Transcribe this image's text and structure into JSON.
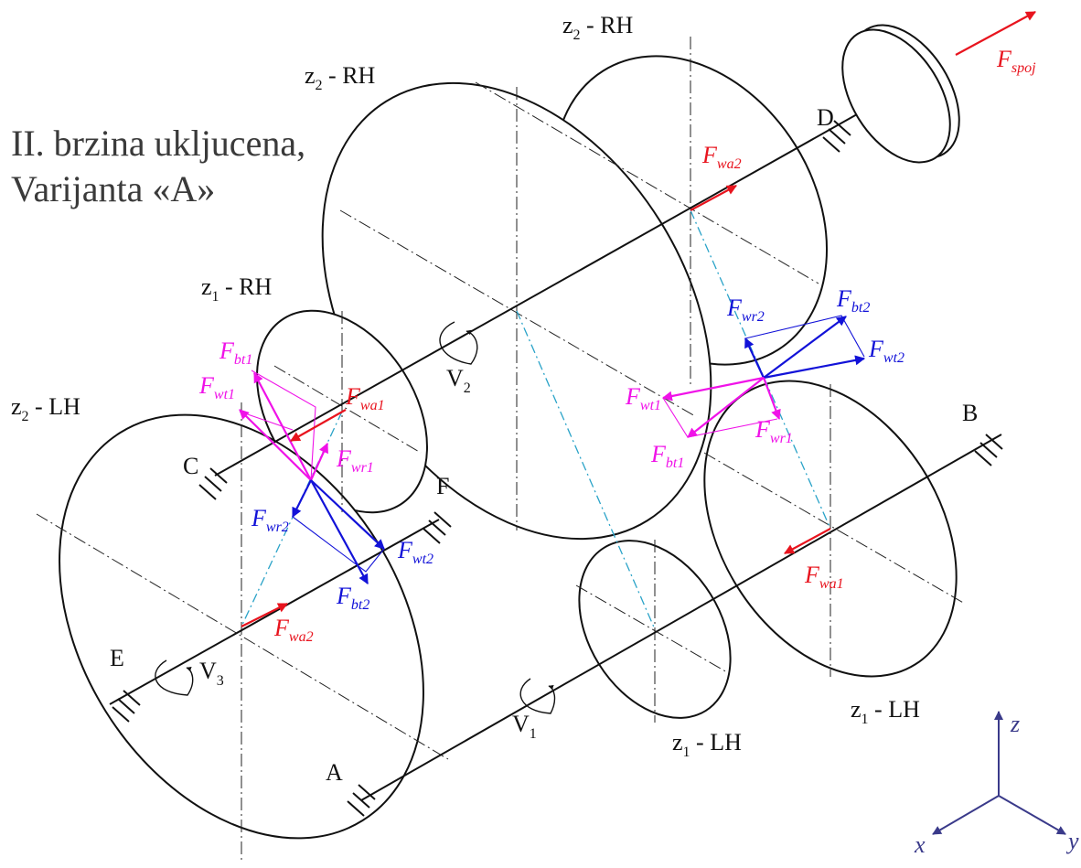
{
  "title": {
    "line1": "II. brzina ukljucena,",
    "line2": "Varijanta «A»"
  },
  "gear_labels": [
    {
      "main": "z",
      "sub": "2",
      "rest": " - RH"
    },
    {
      "main": "z",
      "sub": "2",
      "rest": " - RH"
    },
    {
      "main": "z",
      "sub": "1",
      "rest": " - RH"
    },
    {
      "main": "z",
      "sub": "2",
      "rest": " - LH"
    },
    {
      "main": "z",
      "sub": "1",
      "rest": " - LH"
    },
    {
      "main": "z",
      "sub": "1",
      "rest": " - LH"
    }
  ],
  "bearing_labels": [
    "D",
    "B",
    "C",
    "F",
    "E",
    "A"
  ],
  "shaft_labels": [
    {
      "main": "V",
      "sub": "2"
    },
    {
      "main": "V",
      "sub": "3"
    },
    {
      "main": "V",
      "sub": "1"
    }
  ],
  "forces": [
    {
      "main": "F",
      "sub": "spoj",
      "color": "#e8141e"
    },
    {
      "main": "F",
      "sub": "wa2",
      "color": "#e8141e"
    },
    {
      "main": "F",
      "sub": "wr2",
      "color": "#1212d8"
    },
    {
      "main": "F",
      "sub": "bt2",
      "color": "#1212d8"
    },
    {
      "main": "F",
      "sub": "wt2",
      "color": "#1212d8"
    },
    {
      "main": "F",
      "sub": "wt1",
      "color": "#f012e8"
    },
    {
      "main": "F",
      "sub": "bt1",
      "color": "#f012e8"
    },
    {
      "main": "F",
      "sub": "wr1",
      "color": "#f012e8"
    },
    {
      "main": "F",
      "sub": "wa1",
      "color": "#e8141e"
    },
    {
      "main": "F",
      "sub": "bt1",
      "color": "#f012e8"
    },
    {
      "main": "F",
      "sub": "wt1",
      "color": "#f012e8"
    },
    {
      "main": "F",
      "sub": "wa1",
      "color": "#e8141e"
    },
    {
      "main": "F",
      "sub": "wr1",
      "color": "#f012e8"
    },
    {
      "main": "F",
      "sub": "wr2",
      "color": "#1212d8"
    },
    {
      "main": "F",
      "sub": "wt2",
      "color": "#1212d8"
    },
    {
      "main": "F",
      "sub": "bt2",
      "color": "#1212d8"
    },
    {
      "main": "F",
      "sub": "wa2",
      "color": "#e8141e"
    }
  ],
  "coordinate_axes": [
    "z",
    "x",
    "y"
  ],
  "colors": {
    "axial": "#e8141e",
    "gear2_forces": "#1212d8",
    "gear1_forces": "#f012e8",
    "pitch_lines": "#2aa3c8",
    "coord_system": "#3a3a8a"
  }
}
